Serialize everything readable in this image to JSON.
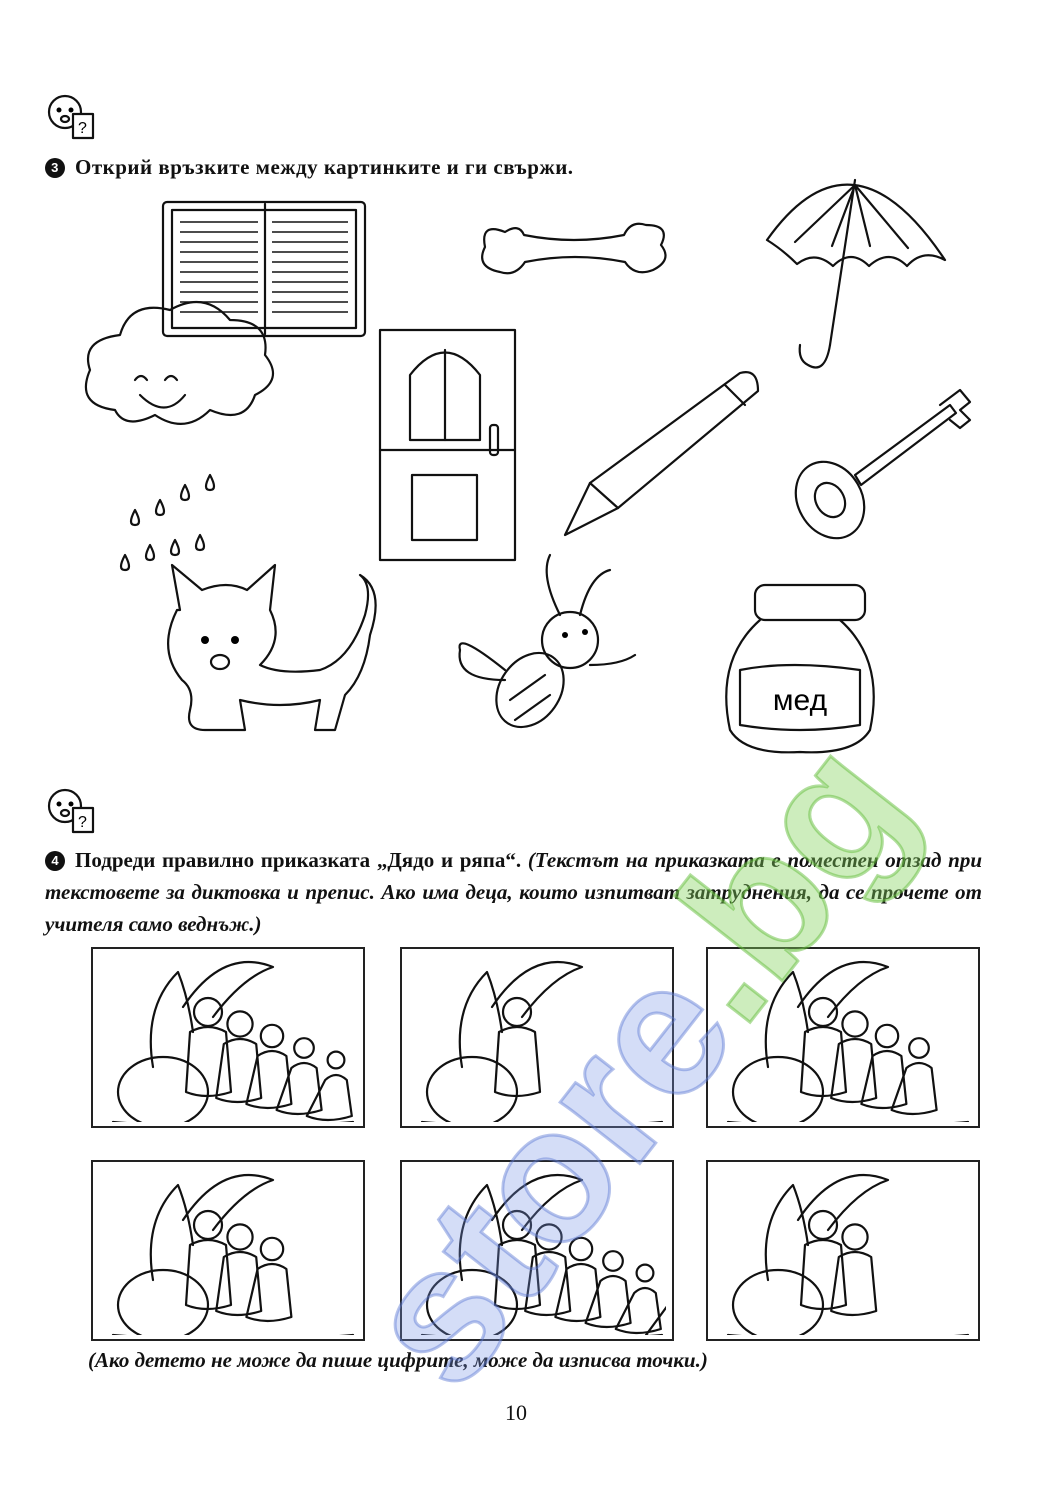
{
  "task3": {
    "number": "3",
    "title": "Открий връзките между картинките и ги свържи."
  },
  "task4": {
    "number": "4",
    "title": "Подреди правилно приказката „Дядо и ряпа“.",
    "note": "(Текстът на приказката е поместен отзад при текстовете за диктовка и препис. Ако има деца, които изпитват затруднения, да се прочете от учителя само веднъж.)"
  },
  "honey_label": "мед",
  "footer_note": "(Ако детето не може да пише цифрите, може да изписва точки.)",
  "page_number": "10",
  "watermark": {
    "part1": "store",
    "part2": ".bg"
  },
  "icons": [
    "chick-with-question-card-icon"
  ]
}
